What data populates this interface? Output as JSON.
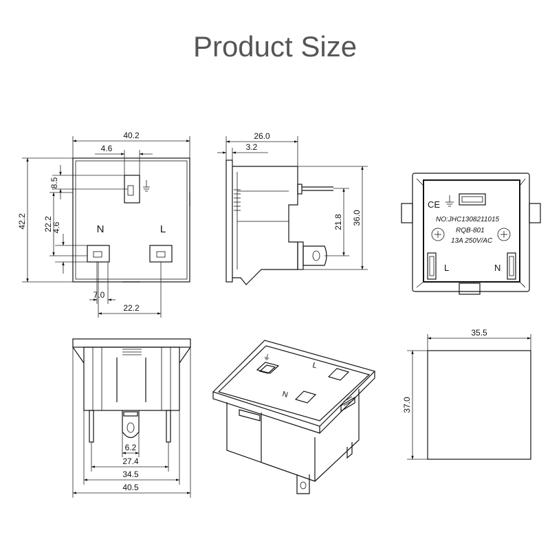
{
  "title": "Product Size",
  "front_view": {
    "width": "40.2",
    "earth_offset": "4.6",
    "earth_height": "8.5",
    "height": "42.2",
    "pin_spacing_vertical": "22.2",
    "slot_height": "4.6",
    "slot_width": "7.0",
    "pin_spacing_horizontal": "22.2",
    "neutral_label": "N",
    "line_label": "L"
  },
  "side_view": {
    "depth": "26.0",
    "flange": "3.2",
    "terminal_spacing": "21.8",
    "body_height": "36.0"
  },
  "rear_view": {
    "certification": "CE",
    "part_no": "NO:JHC1308211015",
    "model": "RQB-801",
    "rating": "13A 250V/AC",
    "line_label": "L",
    "neutral_label": "N"
  },
  "bottom_view": {
    "terminal_width": "6.2",
    "terminal_spacing": "27.4",
    "body_width": "34.5",
    "flange_width": "40.5"
  },
  "panel_cutout": {
    "width": "35.5",
    "height": "37.0"
  }
}
